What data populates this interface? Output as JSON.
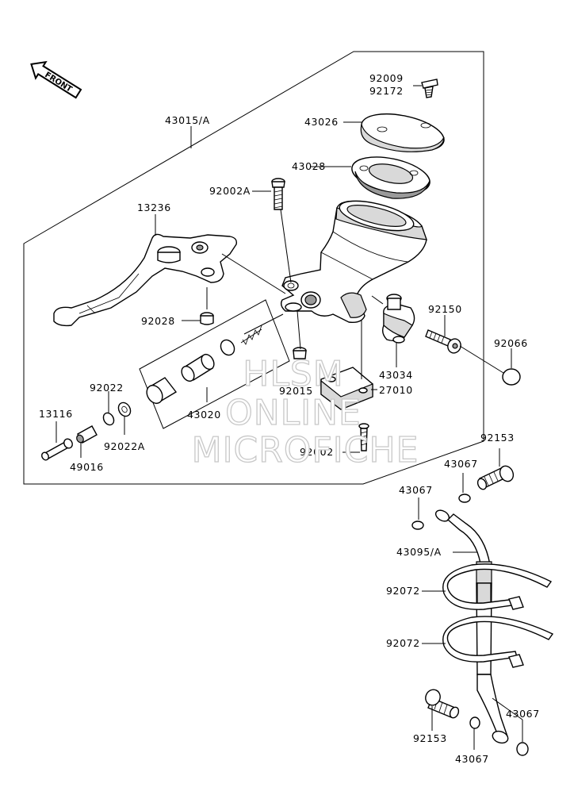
{
  "diagram": {
    "front_arrow_text": "FRONT",
    "watermark": [
      "HLSM",
      "ONLINE",
      "MICROFICHE"
    ],
    "labels": {
      "p92009": "92009",
      "p92172": "92172",
      "p43015A": "43015/A",
      "p43026": "43026",
      "p43028": "43028",
      "p92002A": "92002A",
      "p13236": "13236",
      "p92150": "92150",
      "p92066": "92066",
      "p92028": "92028",
      "p43034": "43034",
      "p92015": "92015",
      "p27010": "27010",
      "p92022": "92022",
      "p43020": "43020",
      "p13116": "13116",
      "p92022A": "92022A",
      "p49016": "49016",
      "p92002": "92002",
      "p92153a": "92153",
      "p43067a": "43067",
      "p43067b": "43067",
      "p43095A": "43095/A",
      "p92072a": "92072",
      "p92072b": "92072",
      "p92153b": "92153",
      "p43067c": "43067",
      "p43067d": "43067"
    }
  }
}
